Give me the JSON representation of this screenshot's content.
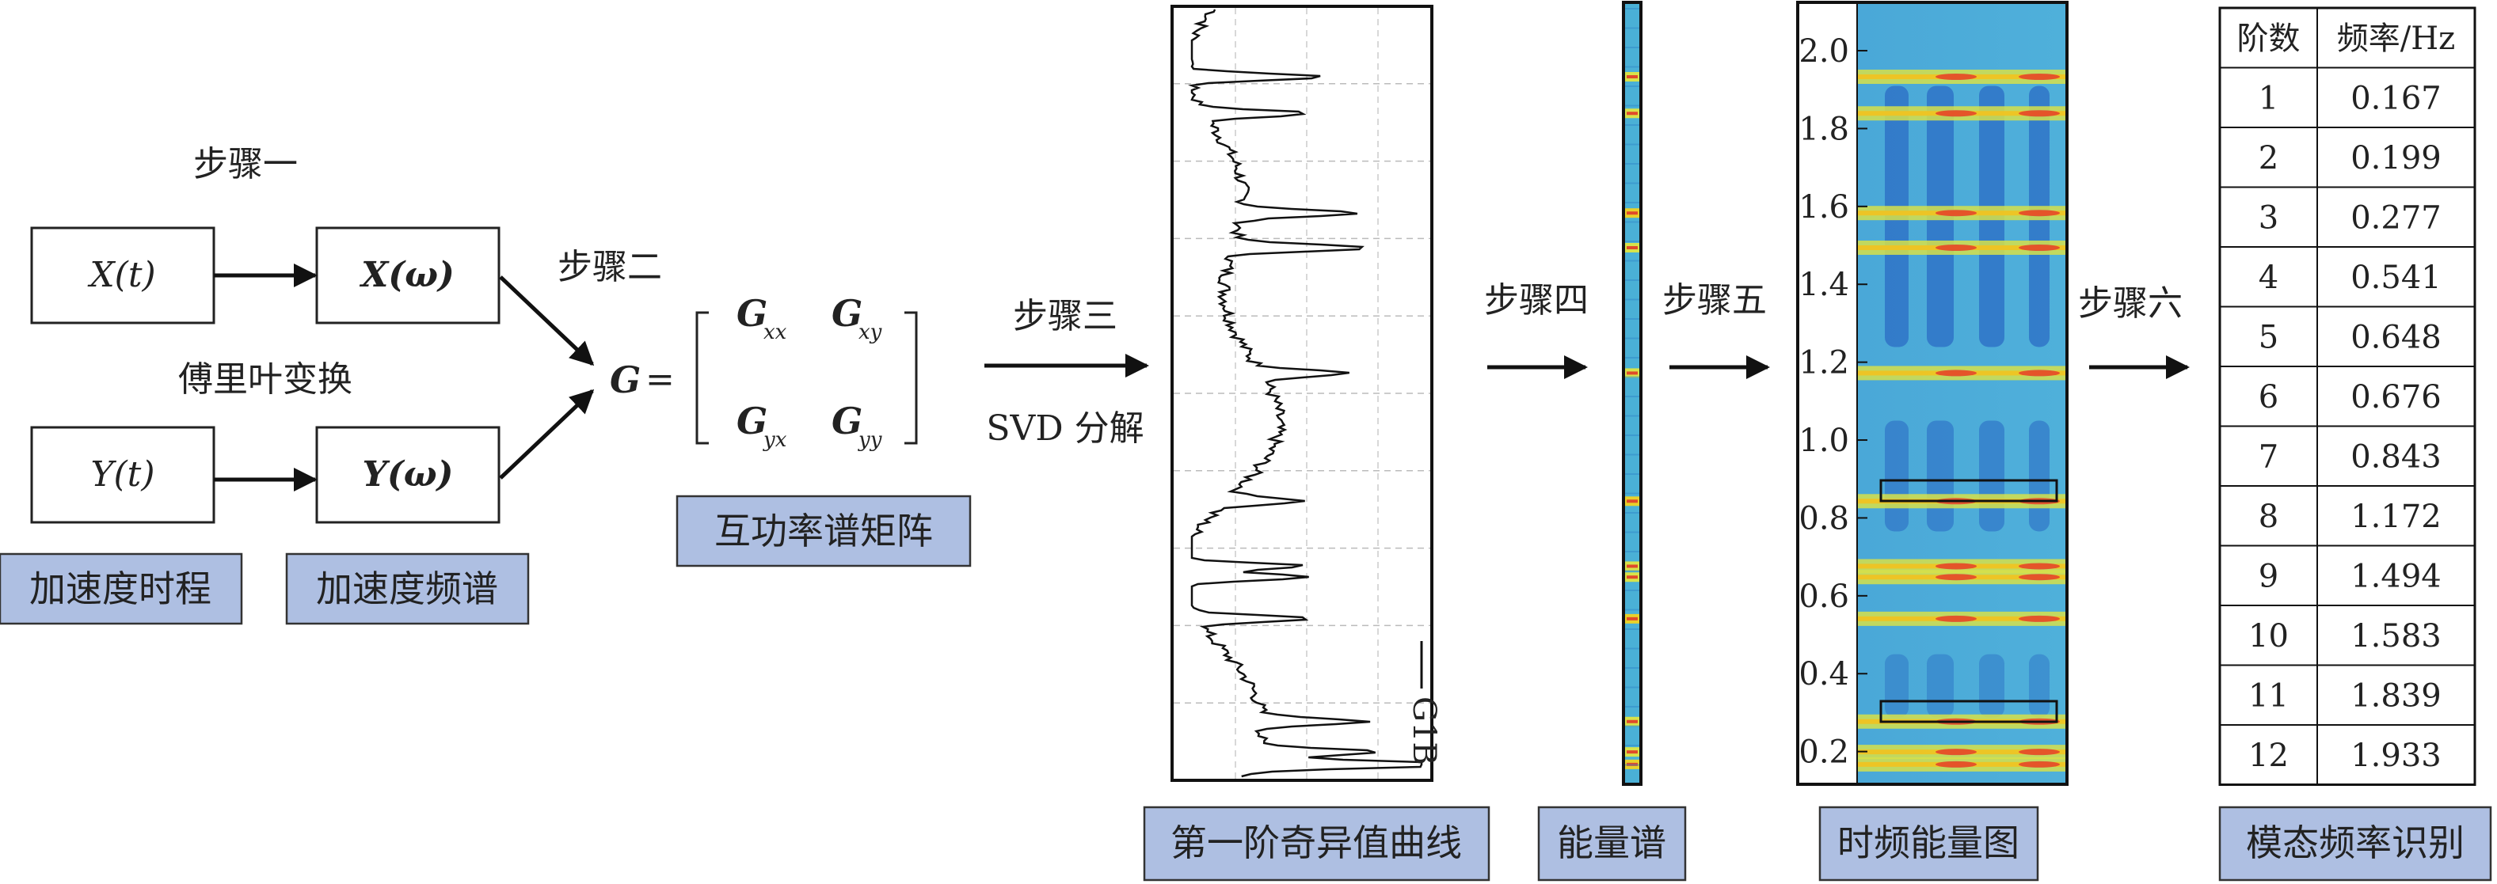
{
  "steps": {
    "step1": "步骤一",
    "fourier": "傅里叶变换",
    "step2": "步骤二",
    "step3": "步骤三",
    "svd": "SVD 分解",
    "step4": "步骤四",
    "step5": "步骤五",
    "step6": "步骤六"
  },
  "signals": {
    "x_time": "X(t)",
    "y_time": "Y(t)",
    "x_freq": "X(ω)",
    "y_freq": "Y(ω)"
  },
  "matrix": {
    "lhs": "G",
    "equals": "=",
    "entries": [
      {
        "symbol": "G",
        "sub": "xx"
      },
      {
        "symbol": "G",
        "sub": "xy"
      },
      {
        "symbol": "G",
        "sub": "yx"
      },
      {
        "symbol": "G",
        "sub": "yy"
      }
    ]
  },
  "captions": {
    "acc_time": "加速度时程",
    "acc_spectrum": "加速度频谱",
    "cross_psd": "互功率谱矩阵",
    "first_sv": "第一阶奇异值曲线",
    "energy": "能量谱",
    "tf_energy": "时频能量图",
    "modal_id": "模态频率识别"
  },
  "sv_legend": "G1B",
  "tf_axis": {
    "ticks": [
      "0.2",
      "0.4",
      "0.6",
      "0.8",
      "1.0",
      "1.2",
      "1.4",
      "1.6",
      "1.8",
      "2.0"
    ],
    "range": [
      0.12,
      2.12
    ]
  },
  "colors": {
    "caption_fill": "#aebfe2",
    "caption_border": "#333333",
    "line": "#111111"
  },
  "table": {
    "headers": [
      "阶数",
      "频率/Hz"
    ],
    "rows": [
      [
        "1",
        "0.167"
      ],
      [
        "2",
        "0.199"
      ],
      [
        "3",
        "0.277"
      ],
      [
        "4",
        "0.541"
      ],
      [
        "5",
        "0.648"
      ],
      [
        "6",
        "0.676"
      ],
      [
        "7",
        "0.843"
      ],
      [
        "8",
        "1.172"
      ],
      [
        "9",
        "1.494"
      ],
      [
        "10",
        "1.583"
      ],
      [
        "11",
        "1.839"
      ],
      [
        "12",
        "1.933"
      ]
    ]
  }
}
